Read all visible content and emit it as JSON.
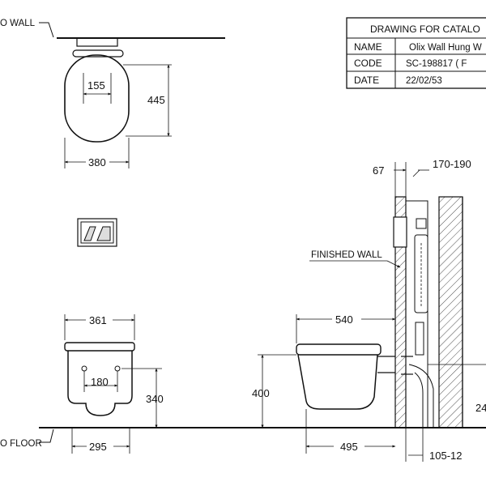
{
  "title_block": {
    "heading": "DRAWING FOR CATALO",
    "rows": [
      {
        "key": "NAME",
        "value": "Olix Wall Hung W"
      },
      {
        "key": "CODE",
        "value": "SC-198817 ( F"
      },
      {
        "key": "DATE",
        "value": "22/02/53"
      }
    ]
  },
  "labels": {
    "wall": "O WALL",
    "floor": "O FLOOR",
    "finished_wall": "FINISHED WALL"
  },
  "dimensions": {
    "top_depth": "445",
    "top_width": "380",
    "top_hole_spacing": "155",
    "front_width_top": "361",
    "front_hole_spacing": "180",
    "front_height": "340",
    "front_base_width": "295",
    "side_length": "540",
    "side_height": "400",
    "side_base": "495",
    "wall_offset": "67",
    "frame_depth": "170-190",
    "frame_bottom": "105-12",
    "pipe_height": "24"
  }
}
